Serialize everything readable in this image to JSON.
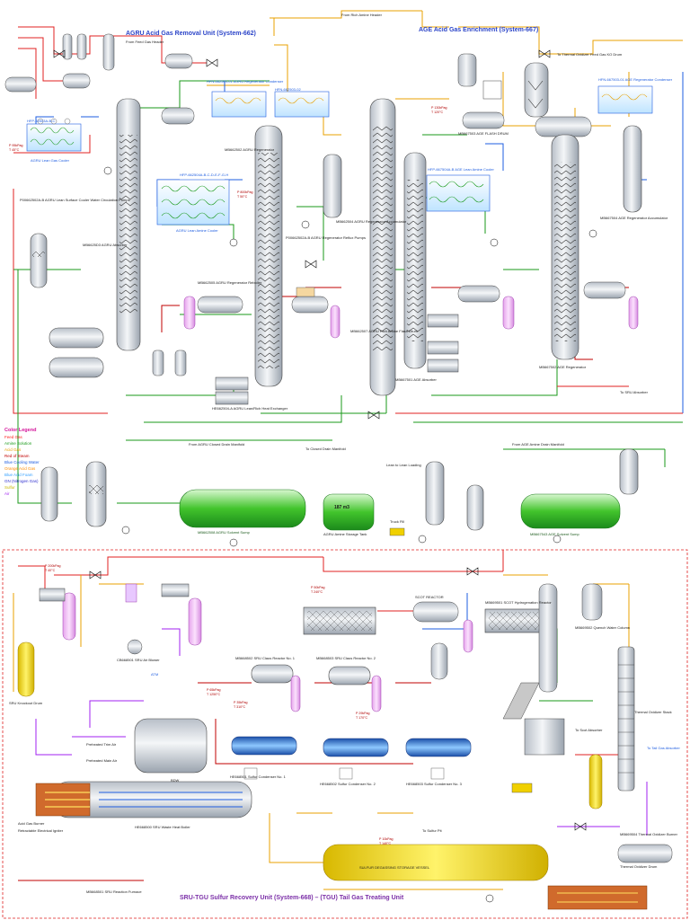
{
  "titles": {
    "agru": "AGRU Acid Gas Removal Unit (System-662)",
    "age": "AGE Acid Gas Enrichment (System-667)",
    "sru": "SRU-TGU Sulfur Recovery Unit (System-668) – (TGU) Tail Gas Treating Unit"
  },
  "legend": {
    "title": "Color Legend",
    "items": [
      {
        "label": "Feed Gas",
        "color": "#ff2020"
      },
      {
        "label": "Amine Solution",
        "color": "#1a9a1a"
      },
      {
        "label": "Acid Gas",
        "color": "#e8a000"
      },
      {
        "label": "Red of Steam",
        "color": "#c00000"
      },
      {
        "label": "Blue Cooling Water",
        "color": "#1e5de0"
      },
      {
        "label": "Orange Acid Gas",
        "color": "#ff8c00"
      },
      {
        "label": "Blue Acid Foam",
        "color": "#34a0ff"
      },
      {
        "label": "GN (Nitrogen Gas)",
        "color": "#3030d0"
      },
      {
        "label": "Sulfur",
        "color": "#f0e000"
      },
      {
        "label": "Air",
        "color": "#a020f0"
      }
    ]
  },
  "equipment": {
    "lean_cooler": "HFP-62503A-B-C",
    "lean_cooler_desc": "AGRU Lean Gas Cooler",
    "ref_pumps": "P00662502A-B AGRU Lean Surface Cooler Water Circulation Pumps",
    "regen_condenser": "HFN-662503-01 AGRU Regenerator Condenser",
    "regen_condenser_b": "HFN-662503-02",
    "knockout": "MB6625D3 AGRU Absorber",
    "regenerator": "MB662502 AGRU Regenerator",
    "regen_accum": "MB662504 AGRU Regenerator Accumulator",
    "reflux_pumps": "P00662502A-B AGRU Regenerator Reflux Pumps",
    "lean_amine_cooler": "HFP-662504A-B-C-D-E-F-G-H",
    "lean_amine_cooler_desc": "AGRU Lean Amine Cooler",
    "reboiler": "MB662505 AGRU Regenerator Reboiler",
    "heat_exchanger": "HE662504-A AGRU Lean/Rich Heat Exchanger",
    "flash_drum": "MB662507 AGRU Rich Amine Flash Drum",
    "solvent_sump": "MB662508 AGRU Solvent Sump",
    "amine_tank": "187 m3",
    "amine_tank_desc": "AGRU Amine Storage Tank",
    "age_absorber": "MB667501 AGE Absorber",
    "age_regen": "MB667502 AGE Regenerator",
    "age_flash": "MB667503 AGE FLASH DRUM",
    "age_accum": "MB667504 AGE Regenerator Accumulator",
    "age_cond": "HFN-667503-01 AGE Regenerator Condenser",
    "age_cooler": "HFP-667504A-B AGE Lean Amine Cooler",
    "age_sump": "MB667543 AGE Solvent Sump",
    "claus": "MB668502 SRU Claus Reactor No. 1",
    "claus2": "MB668503 SRU Claus Reactor No. 2",
    "cond1": "HE668501 Sulfur Condenser No. 1",
    "cond2": "HE668502 Sulfur Condenser No. 2",
    "cond3": "HE668503 Sulfur Condenser No. 3",
    "furnace": "MB668501 SRU Reaction Furnace",
    "whb": "HE668500 SRU Waste Heat Boiler",
    "knock_drum": "SRU Knockout Drum",
    "scot": "SCOT REACTOR",
    "scot_hydro": "MB669501 SCOT Hydrogenation Reactor",
    "quench": "MB669502 Quench Water Column",
    "oxidizer": "Thermal Oxidizer Stack",
    "sulfur_pit": "SULFUR DEGASSING STORAGE VESSEL",
    "thermal_ox": "MB669504 Thermal Oxidizer Burner",
    "incin": "Thermal Oxidizer Drum",
    "air_blower": "CB668501 SRU Air Blower",
    "acid_burner": "Acid Gas Burner",
    "igniter": "Retractable Electrical Igniter"
  },
  "streams": {
    "feed_in": "From Feed Gas Header",
    "rich_amine": "From Rich Amine Header",
    "to_thermal": "To Thermal Oxidizer Feed Gas KO Drum",
    "to_sru": "To SRU Absorber",
    "closed_drain": "To Closed Drain Manifold",
    "from_agru_drain": "From AGRU Closed Drain Manifold",
    "from_age_drain": "From AGE Amine Drain Manifold",
    "lean_solution": "Lean to Lean Loading",
    "truck_fill": "Truck Fill",
    "pre_air": "Preheated Trim Air",
    "main_air": "Preheated Main Air",
    "atm": "ATM",
    "bdw": "BDW",
    "to_sulfur": "To Sulfur Pit",
    "scot_gas": "To Scot Absorber",
    "to_tail": "To Tail Gas Absorber"
  },
  "conditions": {
    "p1": "P 95kPag",
    "t1": "T 45°C",
    "p2": "P 800kPag",
    "t2": "T 50°C",
    "p3": "P 130kPag",
    "t3": "T 120°C",
    "p4": "P 200kPag",
    "t4": "T 40°C",
    "p5": "P 50kPag",
    "t5": "T 240°C",
    "p6": "P 35kPag",
    "t6": "T 310°C",
    "p7": "P 29kPag",
    "t7": "T 170°C",
    "p8": "P 10kPag",
    "t8": "T 140°C",
    "p9": "P 65kPag",
    "t9": "T 1250°C"
  }
}
